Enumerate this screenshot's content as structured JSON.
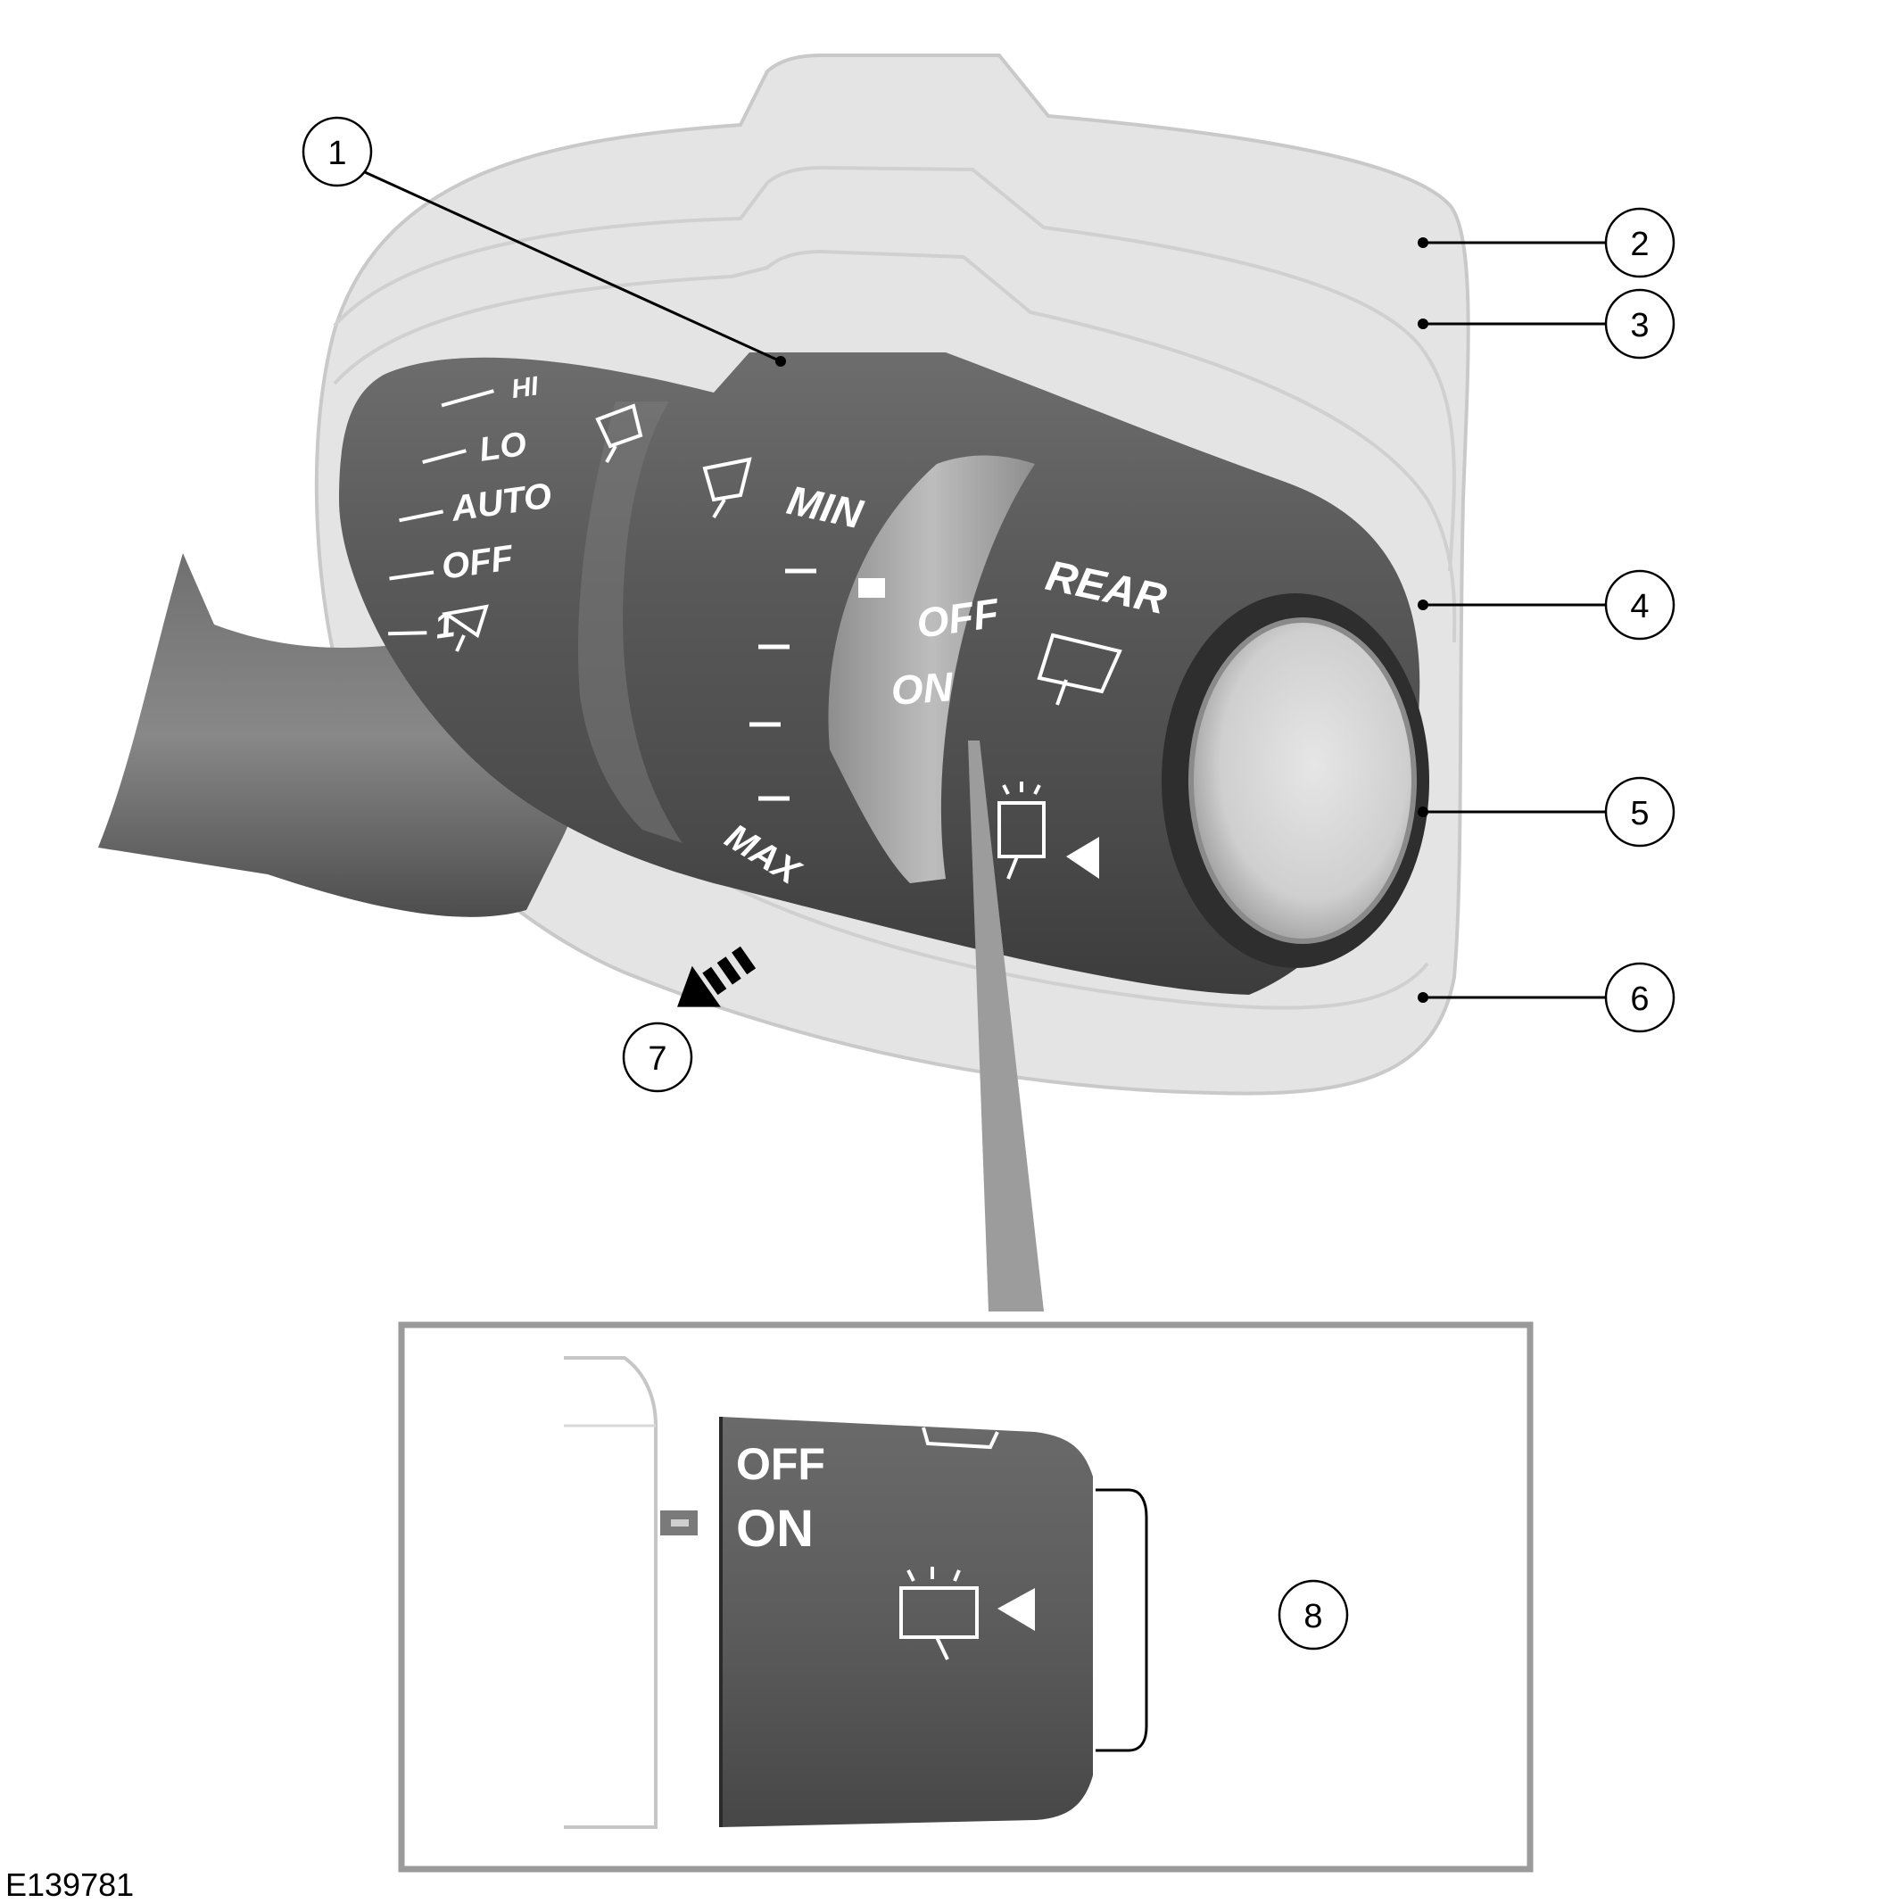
{
  "figure": {
    "id": "E139781"
  },
  "callouts": [
    "1",
    "2",
    "3",
    "4",
    "5",
    "6",
    "7",
    "8"
  ],
  "stalk": {
    "front_wiper_positions": [
      "HI",
      "LO",
      "AUTO",
      "OFF",
      "1"
    ],
    "sensitivity_ring": {
      "min_label": "MIN",
      "max_label": "MAX"
    },
    "rear_wiper_ring": {
      "title": "REAR",
      "off_label": "OFF",
      "on_label": "ON"
    }
  },
  "inset": {
    "off_label": "OFF",
    "on_label": "ON"
  },
  "colors": {
    "stalk_dark": "#555555",
    "ring_light": "#a0a0a0",
    "outline_fill": "#e4e4e4"
  },
  "icons": [
    "front-wiper-icon",
    "rear-wiper-icon",
    "rear-wash-icon",
    "arrow-left-icon",
    "pull-direction-arrow-icon"
  ]
}
